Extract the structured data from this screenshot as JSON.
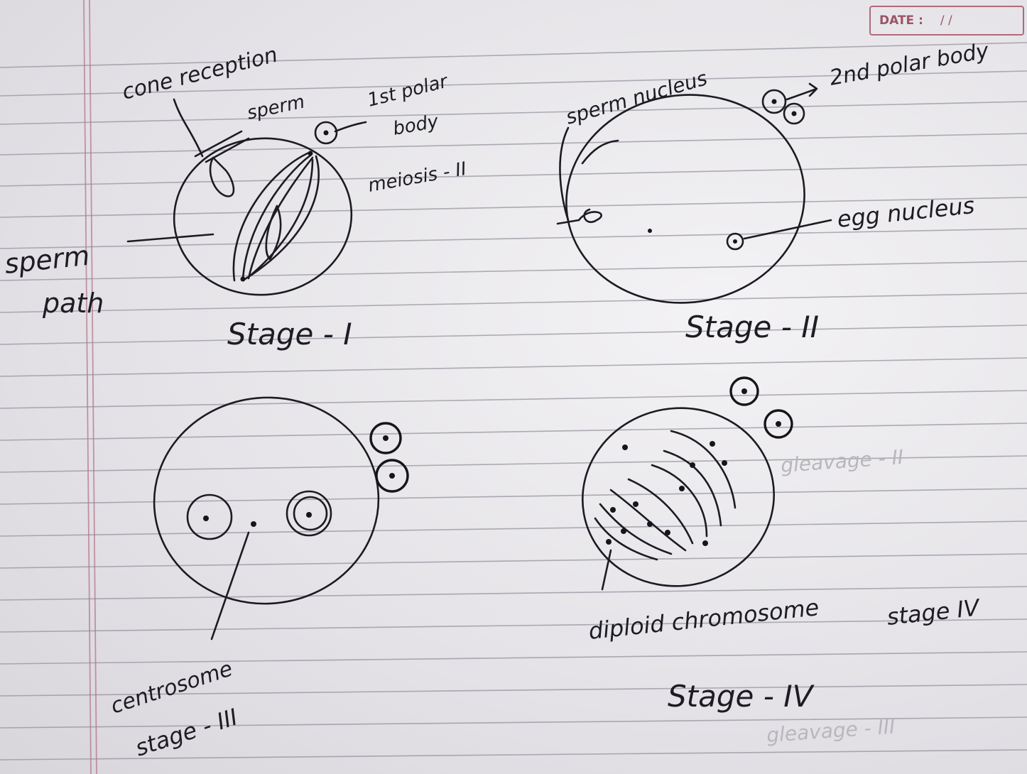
{
  "header": {
    "date_label": "DATE :",
    "date_value": "/ /"
  },
  "stage1": {
    "title": "Stage - I",
    "cone": "cone reception",
    "sperm": "sperm",
    "polar": "1st polar",
    "polar2": "body",
    "meiosis": "meiosis - II",
    "path1": "sperm",
    "path2": "path"
  },
  "stage2": {
    "title": "Stage - II",
    "sperm_nucleus": "sperm nucleus",
    "polar2": "2nd polar body",
    "egg_nucleus": "egg nucleus"
  },
  "stage3": {
    "title": "stage - III",
    "centrosome": "centrosome"
  },
  "stage4": {
    "title": "Stage - IV",
    "diploid": "diploid chromosome",
    "stage_label": "stage IV"
  },
  "background": {
    "ghost1": "gleavage - III",
    "ghost2": "gleavage - II"
  }
}
